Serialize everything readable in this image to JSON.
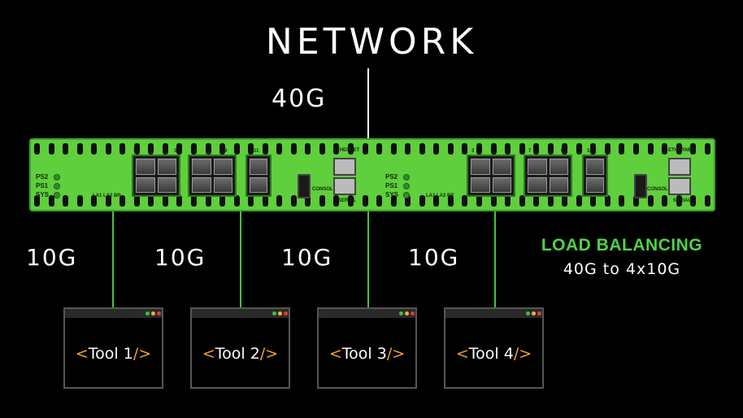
{
  "title": "NETWORK",
  "uplink": {
    "speed": "40G"
  },
  "links": [
    {
      "speed": "10G"
    },
    {
      "speed": "10G"
    },
    {
      "speed": "10G"
    },
    {
      "speed": "10G"
    }
  ],
  "load_balancing": {
    "title": "LOAD BALANCING",
    "subtitle": "40G to 4x10G"
  },
  "switch": {
    "led_labels": [
      "PS2",
      "PS1",
      "SYS"
    ],
    "port_numbers_left": [
      "1",
      "3",
      "7",
      "9",
      "11"
    ],
    "port_numbers_right": [
      "3",
      "5",
      "7",
      "9",
      "11"
    ],
    "ethernet_label": "ETHERNET",
    "serial_label": "SERIAL",
    "console_label": "CONSOLE",
    "link_labels": "LA1 LA2 BP"
  },
  "tools": [
    {
      "open": "<",
      "name": "Tool 1",
      "close": "/>"
    },
    {
      "open": "<",
      "name": "Tool 2",
      "close": "/>"
    },
    {
      "open": "<",
      "name": "Tool 3",
      "close": "/>"
    },
    {
      "open": "<",
      "name": "Tool 4",
      "close": "/>"
    }
  ],
  "colors": {
    "accent_green": "#4fd246",
    "bracket_orange": "#f2a033",
    "chassis_green": "#5fcf3d"
  }
}
